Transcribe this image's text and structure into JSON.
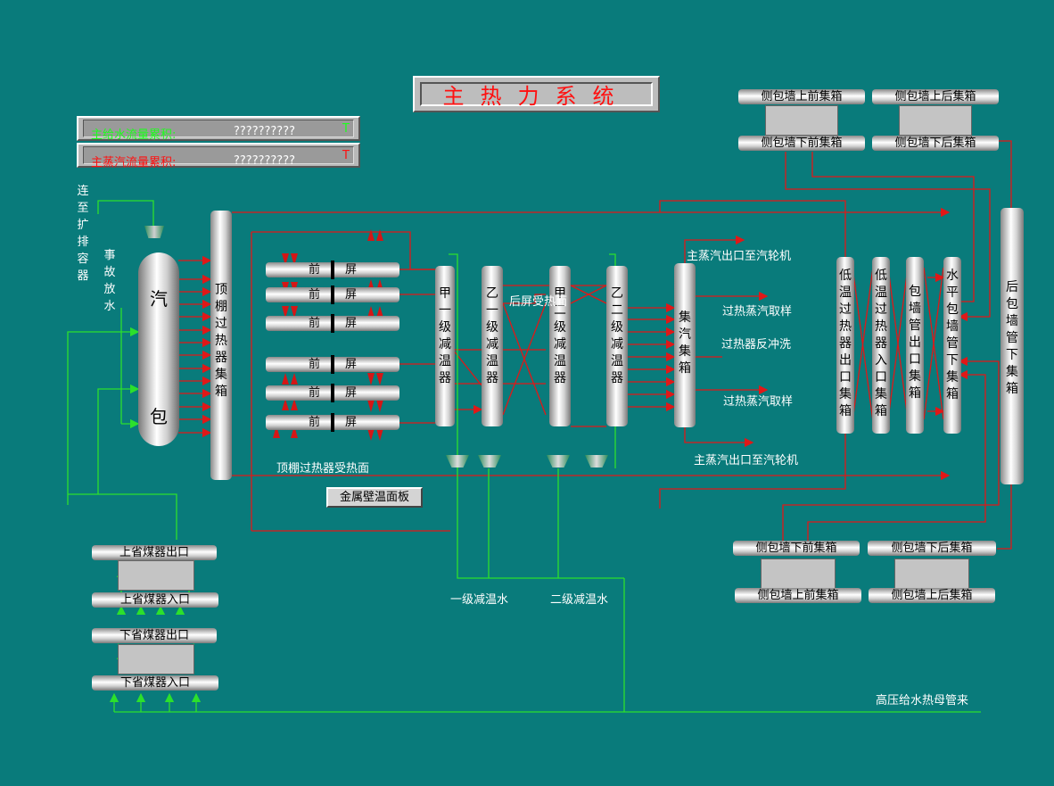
{
  "title": "主热力系统",
  "stats": {
    "feedwater_label": "主给水流量累积:",
    "feedwater_value": "??????????",
    "feedwater_unit": "T",
    "steam_label": "主蒸汽流量累积:",
    "steam_value": "??????????",
    "steam_unit": "T"
  },
  "left_labels": {
    "to_expansion": "连至扩排容器",
    "emergency": "事故放水"
  },
  "drum": {
    "top": "汽",
    "bottom": "包"
  },
  "headers": {
    "roof_sh": "顶棚过热器集箱",
    "a_stage1": "甲一级减温器",
    "b_stage1": "乙一级减温器",
    "a_stage2": "甲二级减温器",
    "b_stage2": "乙二级减温器",
    "steam_collector": "集汽集箱",
    "lt_outlet": "低温过热器出口集箱",
    "lt_inlet": "低温过热器入口集箱",
    "pipe_outlet": "包墙管出口集箱",
    "horizontal_lower": "水平包墙管下集箱",
    "rear_lower": "后包墙管下集箱"
  },
  "screens": {
    "front": "前",
    "screen": "屏"
  },
  "labels": {
    "rear_screen": "后屏受热面",
    "main_steam_out_top": "主蒸汽出口至汽轮机",
    "sh_sample_1": "过热蒸汽取样",
    "sh_backwash": "过热器反冲洗",
    "sh_sample_2": "过热蒸汽取样",
    "main_steam_out_bottom": "主蒸汽出口至汽轮机",
    "roof_surface": "顶棚过热器受热面",
    "desuper_water_1": "一级减温水",
    "desuper_water_2": "二级减温水",
    "hp_feedwater": "高压给水热母管来"
  },
  "metal_wall_button": "金属壁温面板",
  "side_wall_top": {
    "left_upper": "侧包墙上前集箱",
    "left_lower": "侧包墙下前集箱",
    "right_upper": "侧包墙上后集箱",
    "right_lower": "侧包墙下后集箱"
  },
  "side_wall_bottom": {
    "left_upper": "侧包墙下前集箱",
    "left_lower": "侧包墙上前集箱",
    "right_upper": "侧包墙下后集箱",
    "right_lower": "侧包墙上后集箱"
  },
  "economizer": {
    "upper_out": "上省煤器出口",
    "upper_in": "上省煤器入口",
    "lower_out": "下省煤器出口",
    "lower_in": "下省煤器入口"
  },
  "colors": {
    "background": "#097b7b",
    "steam_line": "#e01818",
    "water_line": "#2ce02c",
    "title_text": "#ff1010"
  }
}
